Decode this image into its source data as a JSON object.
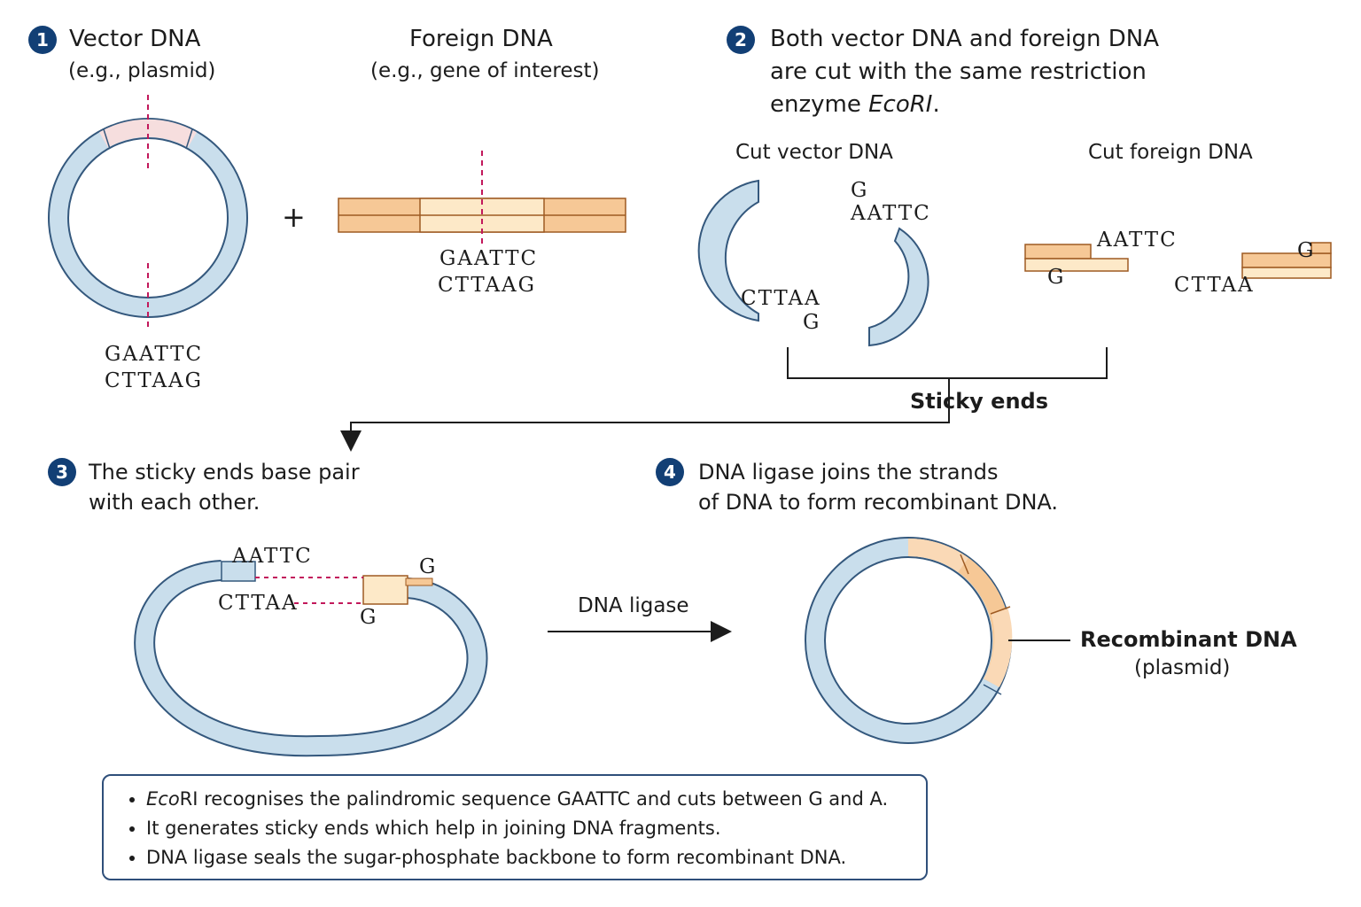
{
  "step1": {
    "number": "1",
    "vector_title": "Vector DNA",
    "vector_sub": "(e.g., plasmid)",
    "foreign_title": "Foreign DNA",
    "foreign_sub": "(e.g., gene of interest)",
    "plus": "+",
    "vector_seq_top": "GAATTC",
    "vector_seq_bottom": "CTTAAG",
    "foreign_seq_top": "GAATTC",
    "foreign_seq_bottom": "CTTAAG"
  },
  "step2": {
    "number": "2",
    "line1": "Both vector DNA and foreign DNA",
    "line2": "are cut with the same restriction",
    "line3_prefix": "enzyme ",
    "line3_enzyme": "EcoRI",
    "line3_suffix": ".",
    "cut_vector_label": "Cut vector DNA",
    "cut_foreign_label": "Cut foreign DNA",
    "vector_top_g": "G",
    "vector_aattc": "AATTC",
    "vector_cttaa": "CTTAA",
    "vector_bottom_g": "G",
    "foreign_aattc": "AATTC",
    "foreign_g_left": "G",
    "foreign_cttaa": "CTTAA",
    "foreign_g_right": "G",
    "sticky_ends_label": "Sticky ends"
  },
  "step3": {
    "number": "3",
    "line1": "The sticky ends base pair",
    "line2": "with each other.",
    "aattc": "AATTC",
    "cttaa": "CTTAA",
    "g_top": "G",
    "g_bottom": "G"
  },
  "ligase_arrow_label": "DNA ligase",
  "step4": {
    "number": "4",
    "line1": "DNA ligase joins the strands",
    "line2": "of DNA to form recombinant DNA.",
    "recombinant_label": "Recombinant DNA",
    "recombinant_sub": "(plasmid)"
  },
  "notes": {
    "note1_enzyme": "Eco",
    "note1_rest": "RI recognises the palindromic sequence GAATTC and cuts between G and A.",
    "note2": "It generates sticky ends which help in joining DNA fragments.",
    "note3": "DNA ligase seals the sugar-phosphate backbone to form recombinant DNA."
  },
  "colors": {
    "vector_blue": "#c9deec",
    "vector_outline": "#34587d",
    "foreign_orange": "#f6c896",
    "foreign_light": "#fde9c8",
    "foreign_outline": "#9e5a22",
    "cut_marker": "#c2185b",
    "badge": "#123f75"
  }
}
